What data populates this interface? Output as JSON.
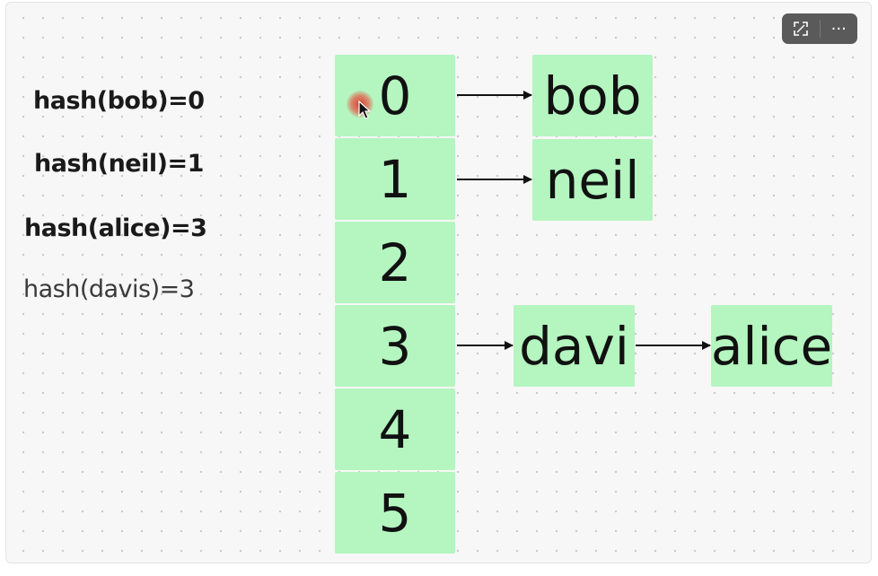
{
  "hash_lines": [
    {
      "text": "hash(bob)=0"
    },
    {
      "text": "hash(neil)=1"
    },
    {
      "text": "hash(alice)=3"
    },
    {
      "text": "hash(davis)=3"
    }
  ],
  "buckets": [
    "0",
    "1",
    "2",
    "3",
    "4",
    "5"
  ],
  "chains": {
    "bucket_0": [
      "bob"
    ],
    "bucket_1": [
      "neil"
    ],
    "bucket_3": [
      "davi",
      "alice"
    ]
  },
  "toolbar": {
    "expand_icon": "expand-icon",
    "more_label": "···"
  },
  "colors": {
    "node_fill": "#b4f5c0",
    "canvas": "#f7f7f7",
    "toolbar": "#5a5a5a"
  }
}
